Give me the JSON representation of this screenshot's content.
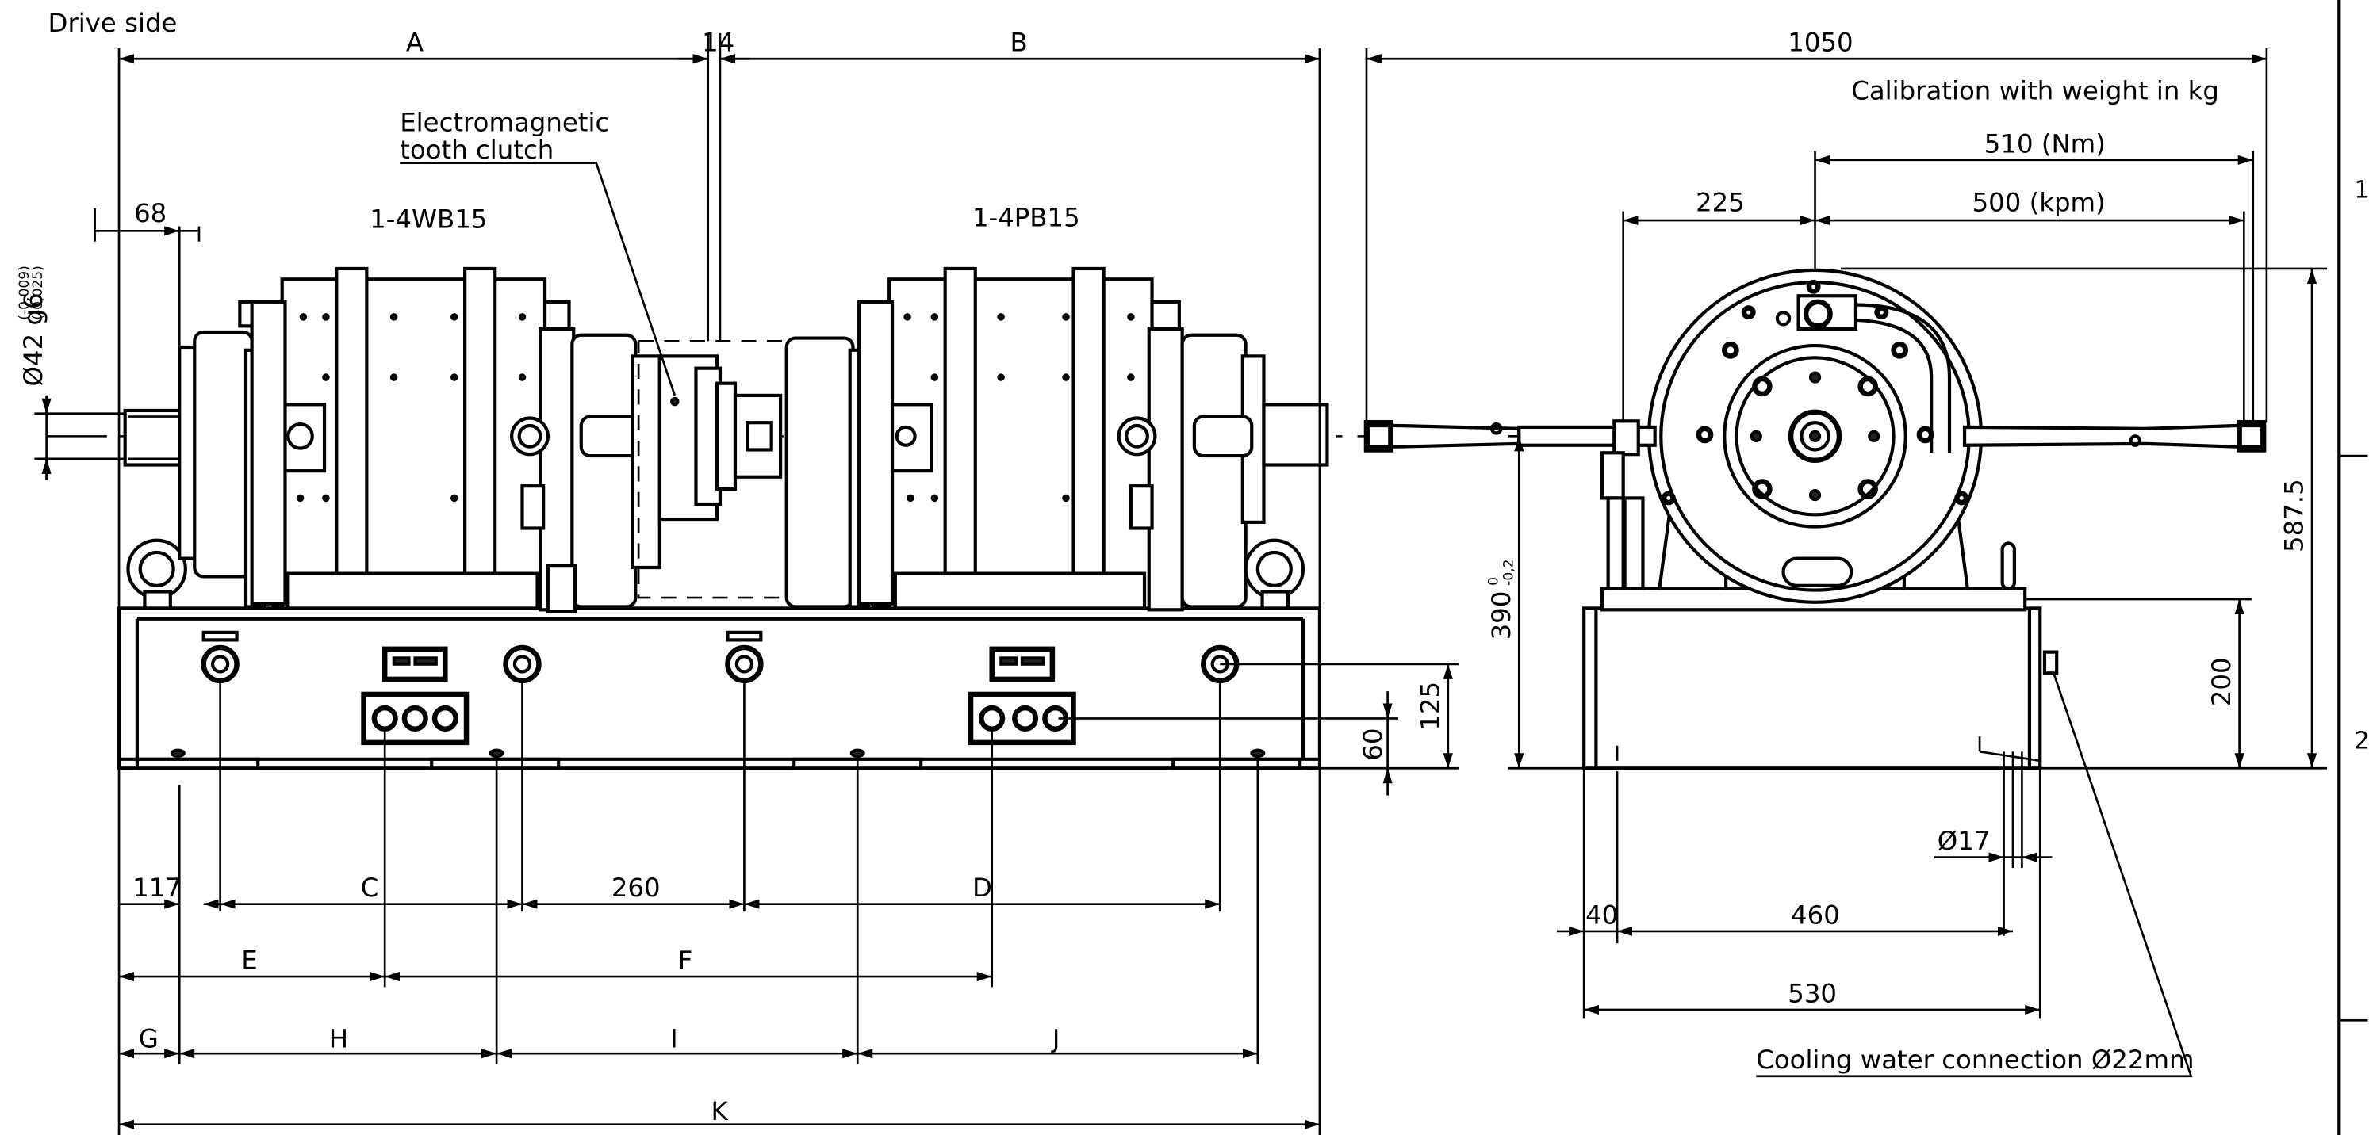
{
  "title": "Drive side",
  "labels": {
    "callout_clutch_1": "Electromagnetic",
    "callout_clutch_2": "tooth clutch",
    "unit_left": "1-4WB15",
    "unit_right": "1-4PB15",
    "shaft_dia": "Ø42 g6",
    "shaft_tol_upper": "(-0,009)",
    "shaft_tol_lower": "(-0,025)",
    "calibration": "Calibration with weight in kg",
    "cooling": "Cooling water connection Ø22mm",
    "height_tol_upper": "0",
    "height_tol_lower": "-0,2"
  },
  "dims": {
    "A": "A",
    "dim14": "14",
    "B": "B",
    "dim68": "68",
    "C": "C",
    "D": "D",
    "E": "E",
    "F": "F",
    "G": "G",
    "H": "H",
    "I": "I",
    "J": "J",
    "K": "K",
    "dim117": "117",
    "dim260": "260",
    "dim125": "125",
    "dim60": "60",
    "dim1050": "1050",
    "dim510": "510 (Nm)",
    "dim225": "225",
    "dim500": "500 (kpm)",
    "dim5875": "587.5",
    "dim390": "390",
    "dim200": "200",
    "dim17": "Ø17",
    "dim40": "40",
    "dim460": "460",
    "dim530": "530"
  },
  "frame": {
    "zone_1": "1",
    "zone_2": "2"
  }
}
